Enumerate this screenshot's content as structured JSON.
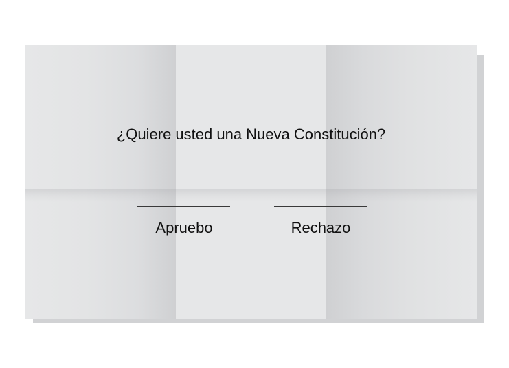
{
  "ballot": {
    "question": "¿Quiere usted una Nueva Constitución?",
    "options": [
      {
        "label": "Apruebo"
      },
      {
        "label": "Rechazo"
      }
    ]
  },
  "colors": {
    "background": "#ffffff",
    "paper": "#e6e7e8",
    "fold_shade": "#cfd0d2",
    "shadow": "#d1d2d4",
    "text": "#111111",
    "line": "#3a3a3a"
  }
}
